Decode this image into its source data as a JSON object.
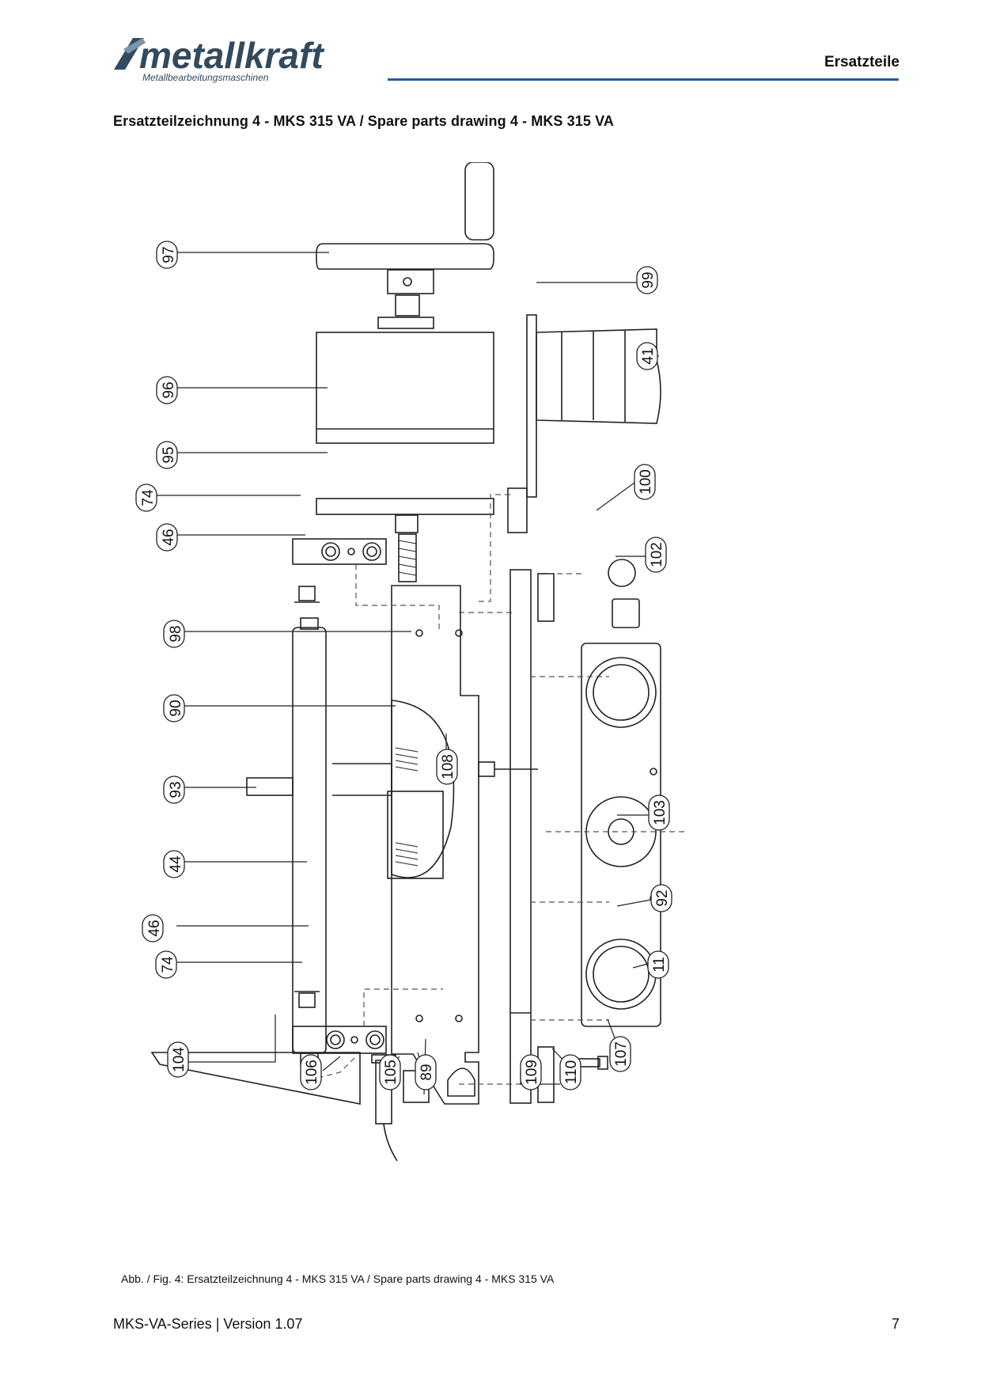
{
  "header": {
    "brand_name": "metallkraft",
    "brand_tagline": "Metallbearbeitungsmaschinen",
    "section_label": "Ersatzteile"
  },
  "page_heading": "Ersatzteilzeichnung 4 - MKS 315 VA / Spare parts drawing 4 - MKS 315 VA",
  "drawing": {
    "callouts": [
      "97",
      "96",
      "95",
      "74",
      "46",
      "98",
      "90",
      "93",
      "44",
      "46",
      "74",
      "104",
      "106",
      "105",
      "89",
      "109",
      "110",
      "107",
      "108",
      "99",
      "41",
      "100",
      "102",
      "103",
      "92",
      "11"
    ]
  },
  "figure_caption": "Abb. / Fig. 4: Ersatzteilzeichnung 4 - MKS 315 VA / Spare parts drawing 4 - MKS 315 VA",
  "footer": {
    "left": "MKS-VA-Series | Version 1.07",
    "page_number": "7"
  },
  "colors": {
    "accent": "#1f5f9e",
    "brand": "#33495c"
  }
}
